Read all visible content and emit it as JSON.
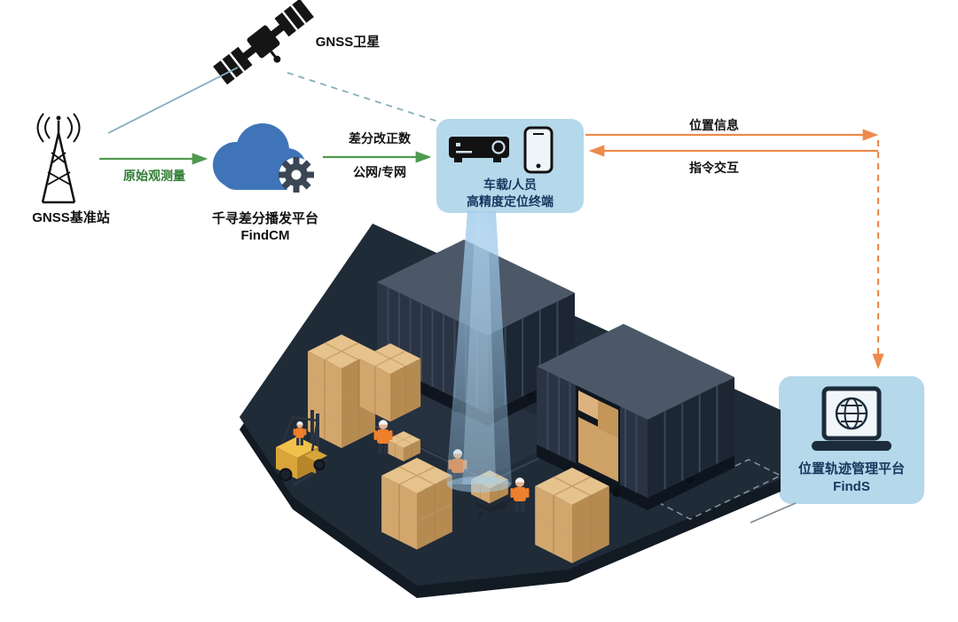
{
  "diagram": {
    "satellite": {
      "label": "GNSS卫星"
    },
    "base_station": {
      "label": "GNSS基准站"
    },
    "link_raw_observation": {
      "label": "原始观测量"
    },
    "cloud_platform": {
      "name": "千寻差分播发平台",
      "product": "FindCM"
    },
    "link_correction": {
      "label_line1": "差分改正数",
      "label_line2": "公网/专网"
    },
    "terminal": {
      "label_line1": "车载/人员",
      "label_line2": "高精度定位终端"
    },
    "link_position_info": {
      "label": "位置信息"
    },
    "link_command": {
      "label": "指令交互"
    },
    "management_platform": {
      "name": "位置轨迹管理平台",
      "product": "FindS"
    }
  },
  "colors": {
    "panel_bg": "#b5d8eb",
    "panel_text": "#17375e",
    "green_arrow": "#4e9a4e",
    "orange_arrow": "#ed8a4c",
    "teal_link": "#85aebc",
    "cloud_blue": "#3f74b8",
    "container_dark": "#2a3444",
    "platform_dark": "#202b38",
    "carton_tan": "#d2a76e",
    "forklift_yellow": "#f0c14b",
    "beam_blue": "#9ecaea"
  }
}
